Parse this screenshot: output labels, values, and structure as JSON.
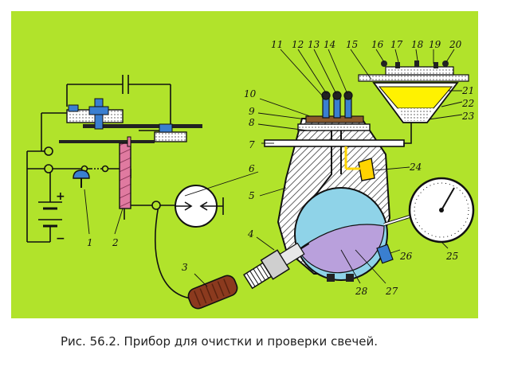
{
  "figure": {
    "caption": "Рис. 56.2. Прибор для очистки и проверки свечей.",
    "callouts": [
      "1",
      "2",
      "3",
      "4",
      "5",
      "6",
      "7",
      "8",
      "9",
      "10",
      "11",
      "12",
      "13",
      "14",
      "15",
      "16",
      "17",
      "18",
      "19",
      "20",
      "21",
      "22",
      "23",
      "24",
      "25",
      "26",
      "27",
      "28"
    ],
    "polarity_plus": "+",
    "polarity_minus": "−",
    "colors": {
      "background": "#b1e32b",
      "coil": "#e07aa0",
      "hatch_body": "#ffffff",
      "chamber": "#8fd3e8",
      "oil": "#b9a0dc",
      "sand_hopper": "#fff200",
      "yellow_part": "#ffd400",
      "button_cap": "#3a7fd0",
      "rubber_bulb": "#8b3a1e"
    }
  }
}
